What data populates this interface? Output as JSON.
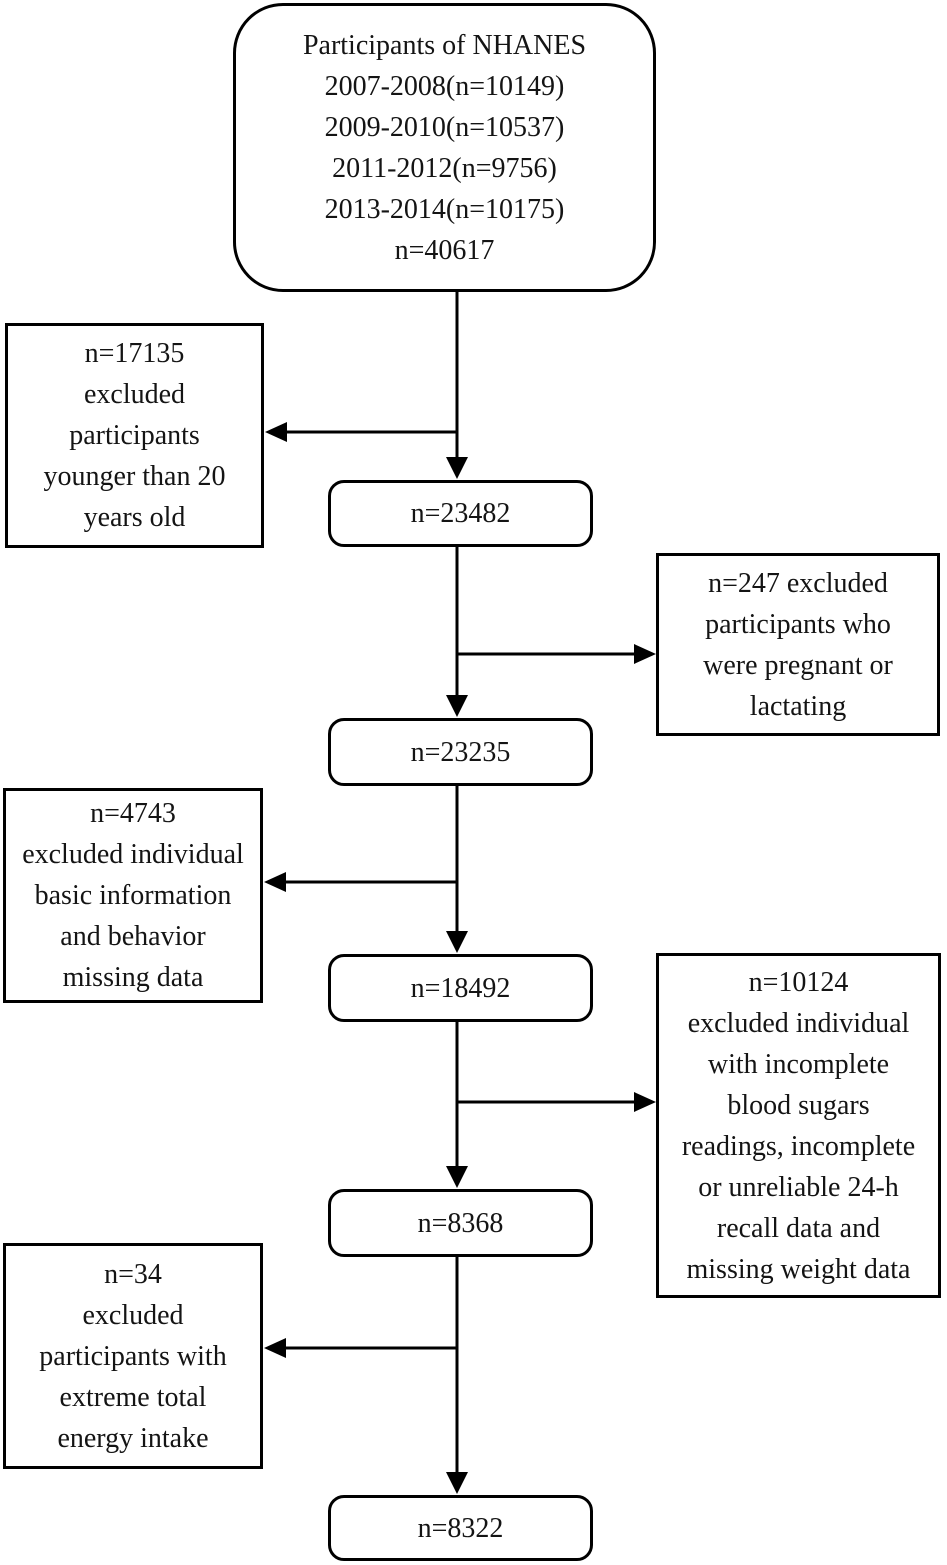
{
  "figure": {
    "background_color": "#ffffff",
    "line_color": "#000000",
    "text_color": "#141414",
    "description": "Participant selection flowchart for NHANES study"
  },
  "nodes": {
    "start": {
      "shape": "rounded",
      "lines": [
        "Participants of NHANES",
        "2007-2008(n=10149)",
        "2009-2010(n=10537)",
        "2011-2012(n=9756)",
        "2013-2014(n=10175)",
        "n=40617"
      ]
    },
    "excluded_age": {
      "shape": "rect",
      "lines": [
        "n=17135",
        "excluded",
        "participants",
        "younger than 20",
        "years old"
      ]
    },
    "step1": {
      "shape": "rounded",
      "label": "n=23482"
    },
    "excluded_pregnant": {
      "shape": "rect",
      "lines": [
        "n=247 excluded",
        "participants who",
        "were pregnant or",
        "lactating"
      ]
    },
    "step2": {
      "shape": "rounded",
      "label": "n=23235"
    },
    "excluded_missing_info": {
      "shape": "rect",
      "lines": [
        "n=4743",
        "excluded individual",
        "basic information",
        "and behavior",
        "missing data"
      ]
    },
    "step3": {
      "shape": "rounded",
      "label": "n=18492"
    },
    "excluded_incomplete": {
      "shape": "rect",
      "lines": [
        "n=10124",
        "excluded individual",
        "with incomplete",
        "blood sugars",
        "readings, incomplete",
        "or unreliable 24-h",
        "recall data and",
        "missing weight data"
      ]
    },
    "step4": {
      "shape": "rounded",
      "label": "n=8368"
    },
    "excluded_energy": {
      "shape": "rect",
      "lines": [
        "n=34",
        "excluded",
        "participants with",
        "extreme total",
        "energy intake"
      ]
    },
    "final": {
      "shape": "rounded",
      "label": "n=8322"
    }
  },
  "edges": [
    {
      "from": "start",
      "to": "excluded_age",
      "arrow": "left"
    },
    {
      "from": "start",
      "to": "step1",
      "arrow": "down"
    },
    {
      "from": "step1",
      "to": "excluded_pregnant",
      "arrow": "right"
    },
    {
      "from": "step1",
      "to": "step2",
      "arrow": "down"
    },
    {
      "from": "step2",
      "to": "excluded_missing_info",
      "arrow": "left"
    },
    {
      "from": "step2",
      "to": "step3",
      "arrow": "down"
    },
    {
      "from": "step3",
      "to": "excluded_incomplete",
      "arrow": "right"
    },
    {
      "from": "step3",
      "to": "step4",
      "arrow": "down"
    },
    {
      "from": "step4",
      "to": "excluded_energy",
      "arrow": "left"
    },
    {
      "from": "step4",
      "to": "final",
      "arrow": "down"
    }
  ]
}
